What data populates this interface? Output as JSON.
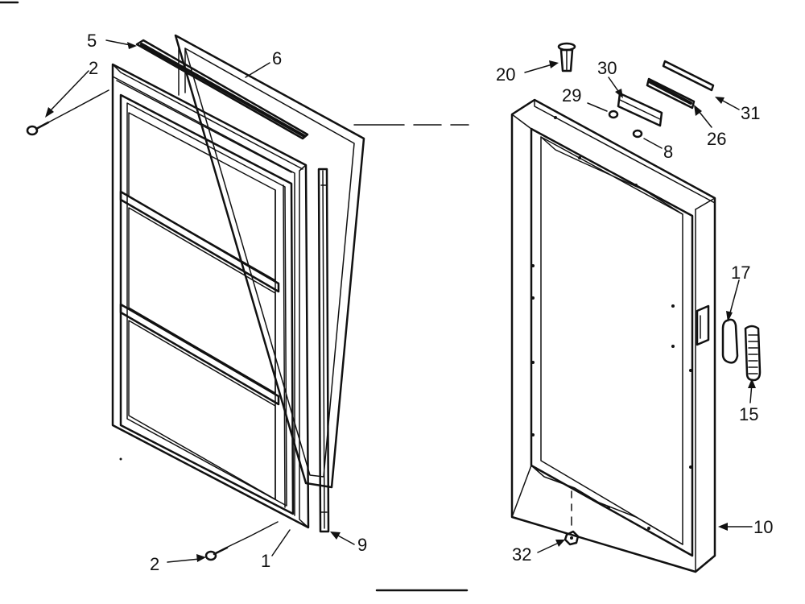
{
  "callouts": {
    "c1": "1",
    "c2a": "2",
    "c2b": "2",
    "c5": "5",
    "c6": "6",
    "c8": "8",
    "c9": "9",
    "c10": "10",
    "c15": "15",
    "c17": "17",
    "c20": "20",
    "c26": "26",
    "c29": "29",
    "c30": "30",
    "c31": "31",
    "c32": "32"
  },
  "colors": {
    "ink": "#111111",
    "paper": "#ffffff"
  }
}
